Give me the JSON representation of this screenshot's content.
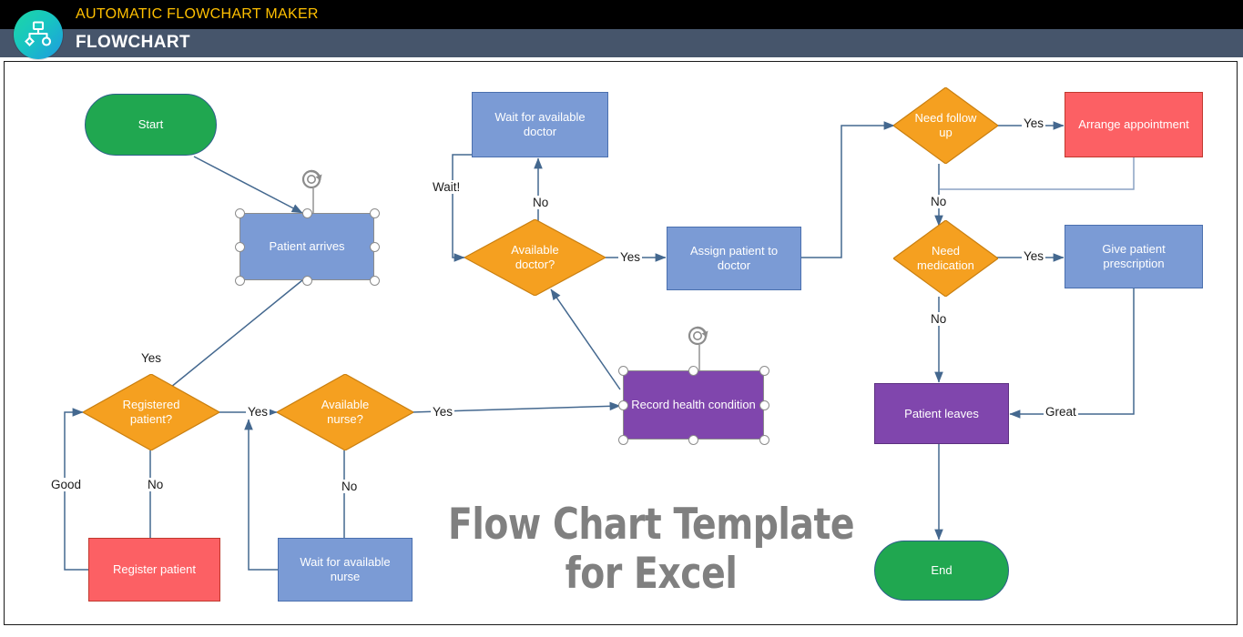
{
  "header": {
    "eyebrow": "AUTOMATIC FLOWCHART MAKER",
    "title": "FLOWCHART",
    "logo_icon": "flowchart-hierarchy-icon",
    "eyebrow_color": "#ffc000",
    "top_bar_color": "#000000",
    "bottom_bar_color": "#46556b"
  },
  "watermark": {
    "line1": "Flow Chart Template",
    "line2": "for Excel",
    "color": "#808080"
  },
  "palette": {
    "terminator_green": "#20a750",
    "process_blue": "#7b9bd5",
    "process_red": "#fc6064",
    "process_purple": "#8046ad",
    "decision_orange": "#f5a020",
    "connector": "#44688f",
    "text_white": "#ffffff",
    "label_dark": "#1a1a1a"
  },
  "nodes": [
    {
      "id": "start",
      "label": "Start",
      "shape": "terminator",
      "color": "terminator_green",
      "selected": false
    },
    {
      "id": "patient-arrives",
      "label": "Patient arrives",
      "shape": "process",
      "color": "process_blue",
      "selected": true
    },
    {
      "id": "registered-patient",
      "label": "Registered patient?",
      "shape": "decision",
      "color": "decision_orange",
      "selected": false
    },
    {
      "id": "register-patient",
      "label": "Register patient",
      "shape": "process",
      "color": "process_red",
      "selected": false
    },
    {
      "id": "available-nurse",
      "label": "Available nurse?",
      "shape": "decision",
      "color": "decision_orange",
      "selected": false
    },
    {
      "id": "wait-nurse",
      "label": "Wait for available nurse",
      "shape": "process",
      "color": "process_blue",
      "selected": false
    },
    {
      "id": "record-health",
      "label": "Record health condition",
      "shape": "process",
      "color": "process_purple",
      "selected": true
    },
    {
      "id": "available-doctor",
      "label": "Available doctor?",
      "shape": "decision",
      "color": "decision_orange",
      "selected": false
    },
    {
      "id": "wait-doctor",
      "label": "Wait for available doctor",
      "shape": "process",
      "color": "process_blue",
      "selected": false
    },
    {
      "id": "assign-doctor",
      "label": "Assign patient to doctor",
      "shape": "process",
      "color": "process_blue",
      "selected": false
    },
    {
      "id": "need-followup",
      "label": "Need follow up",
      "shape": "decision",
      "color": "decision_orange",
      "selected": false
    },
    {
      "id": "arrange-appointment",
      "label": "Arrange appointment",
      "shape": "process",
      "color": "process_red",
      "selected": false
    },
    {
      "id": "need-medication",
      "label": "Need medication",
      "shape": "decision",
      "color": "decision_orange",
      "selected": false
    },
    {
      "id": "give-prescription",
      "label": "Give patient prescription",
      "shape": "process",
      "color": "process_blue",
      "selected": false
    },
    {
      "id": "patient-leaves",
      "label": "Patient leaves",
      "shape": "process",
      "color": "process_purple",
      "selected": false
    },
    {
      "id": "end",
      "label": "End",
      "shape": "terminator",
      "color": "terminator_green",
      "selected": false
    }
  ],
  "edge_labels": [
    {
      "id": "yes-registered",
      "text": "Yes"
    },
    {
      "id": "good",
      "text": "Good"
    },
    {
      "id": "no-registered",
      "text": "No"
    },
    {
      "id": "yes-nurse",
      "text": "Yes"
    },
    {
      "id": "no-nurse",
      "text": "No"
    },
    {
      "id": "yes-record",
      "text": "Yes"
    },
    {
      "id": "wait-bang",
      "text": "Wait!"
    },
    {
      "id": "no-doctor",
      "text": "No"
    },
    {
      "id": "yes-doctor",
      "text": "Yes"
    },
    {
      "id": "yes-followup",
      "text": "Yes"
    },
    {
      "id": "no-followup",
      "text": "No"
    },
    {
      "id": "yes-medication",
      "text": "Yes"
    },
    {
      "id": "no-medication",
      "text": "No"
    },
    {
      "id": "great",
      "text": "Great"
    }
  ]
}
